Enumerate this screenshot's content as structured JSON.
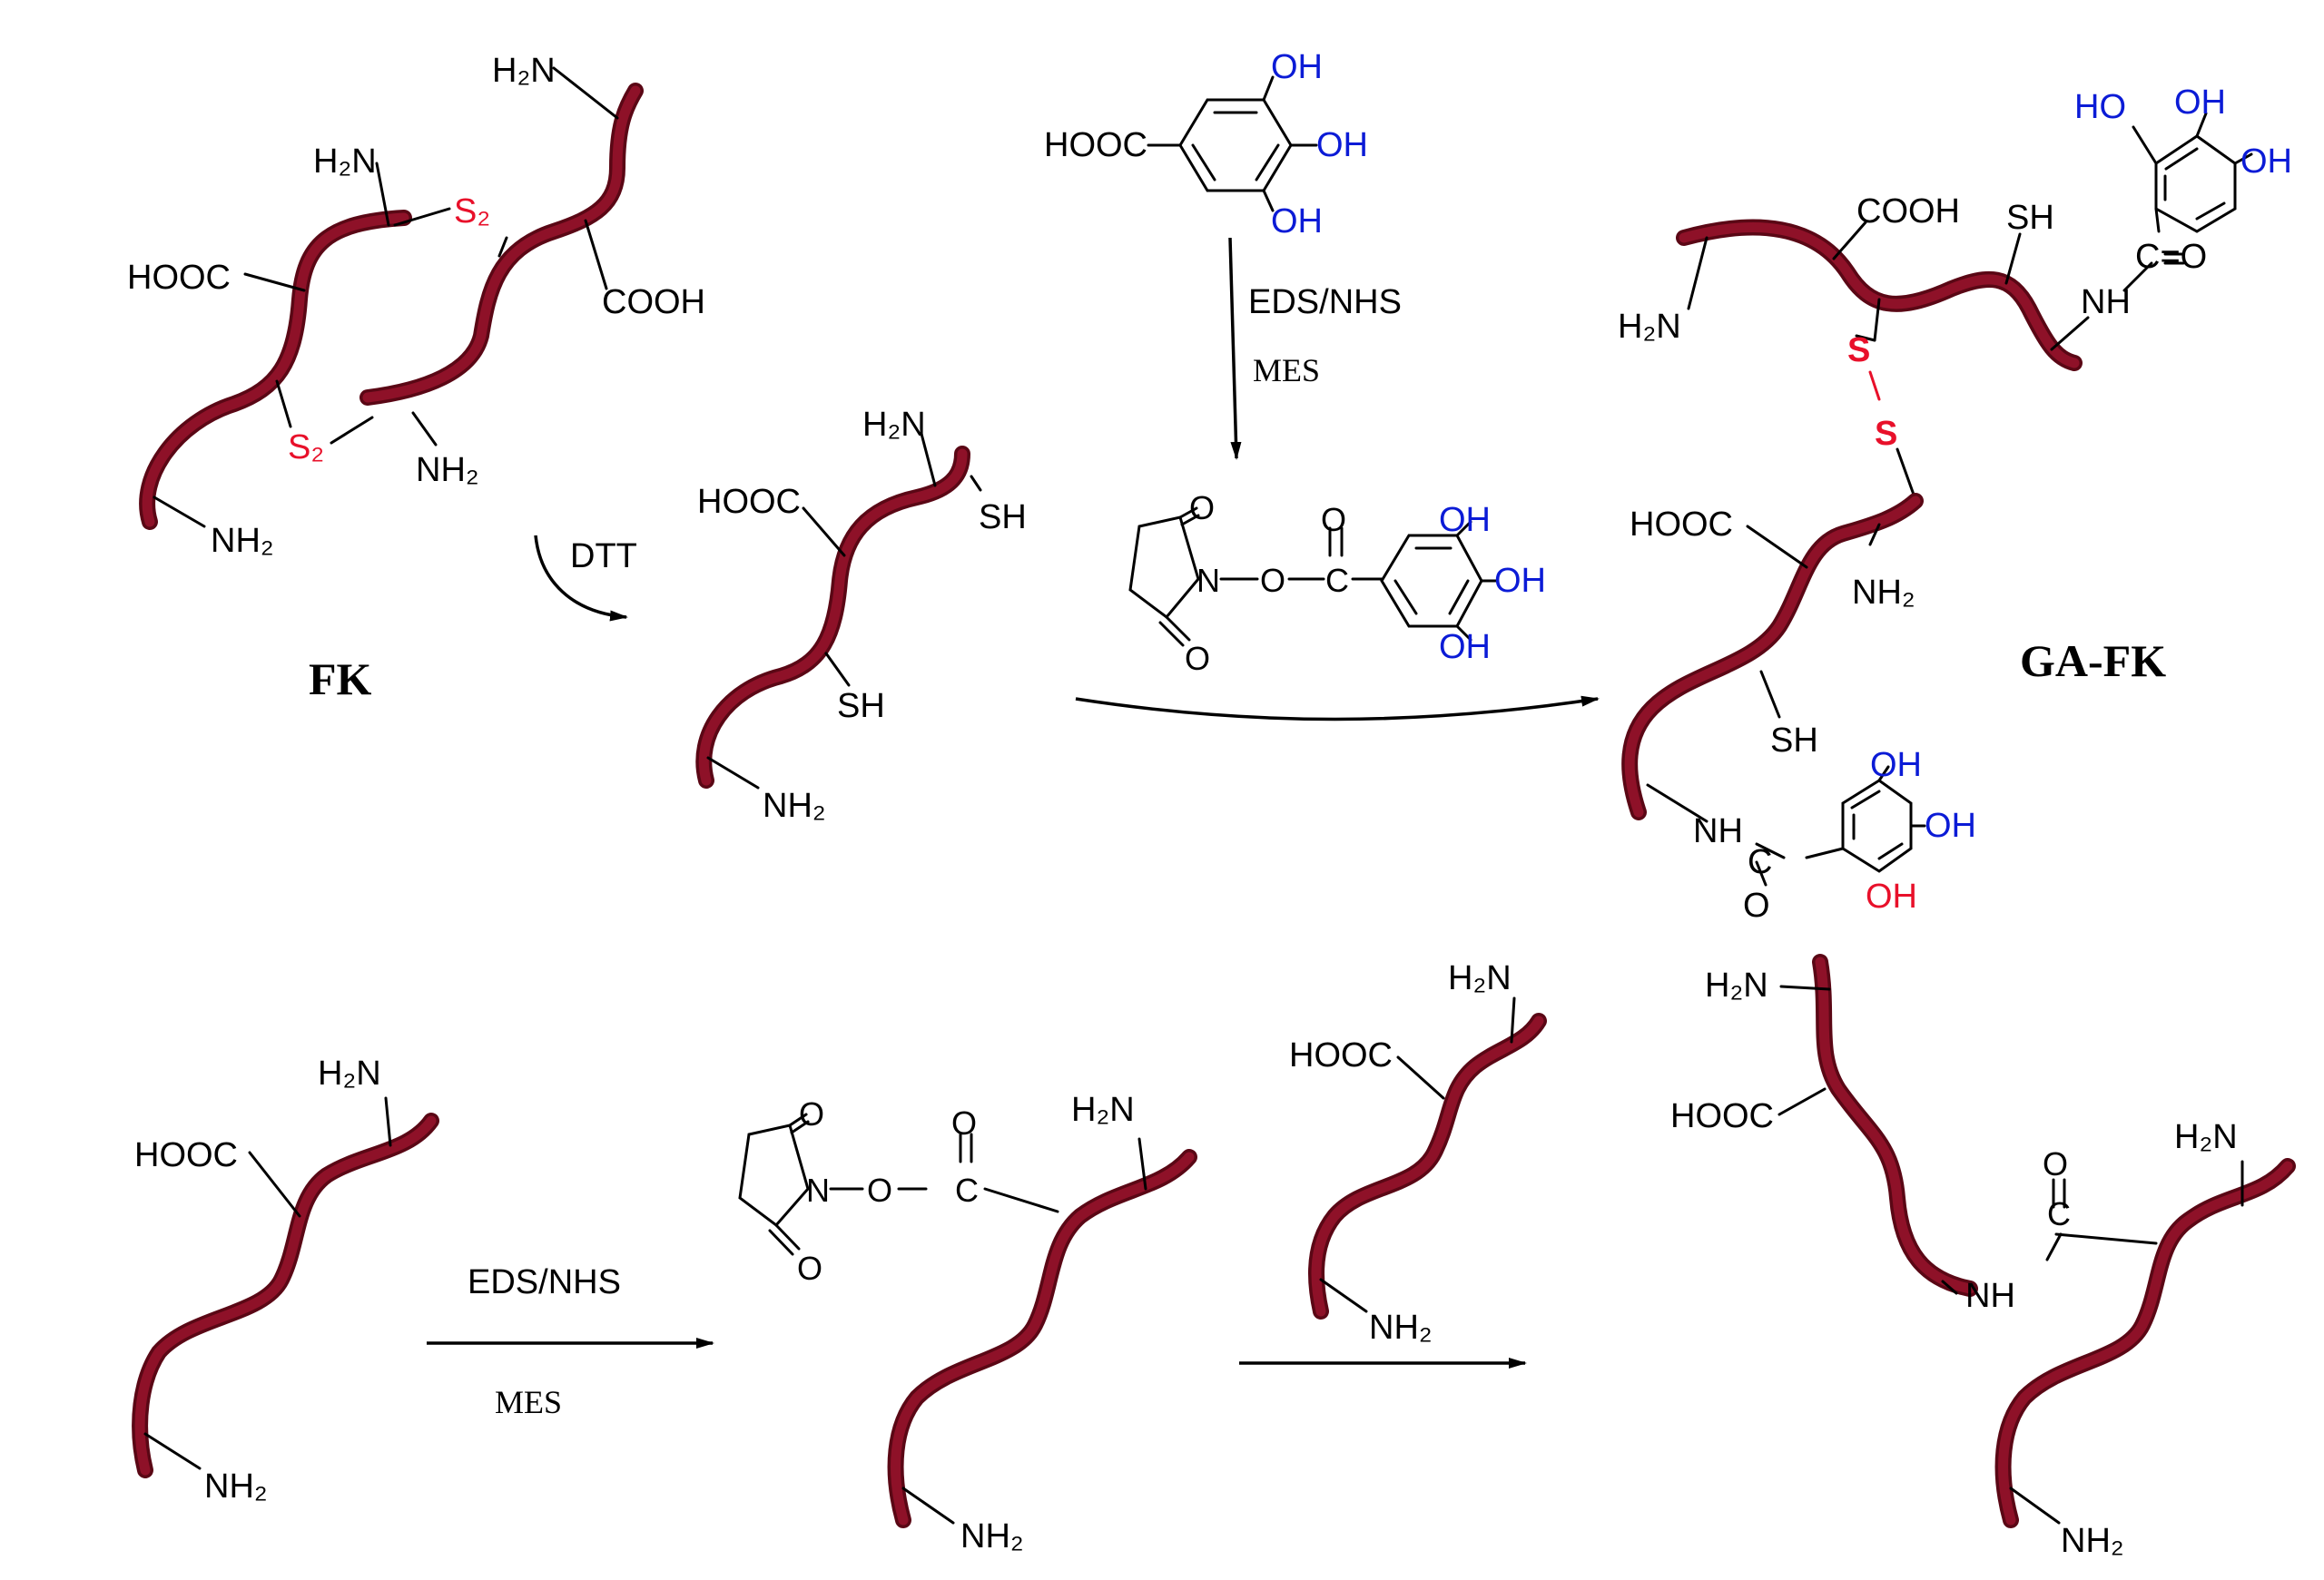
{
  "colors": {
    "ribbon": "#8e1128",
    "ribbon_dark": "#5a0715",
    "disulfide": "#e8102a",
    "hydroxyl": "#0b1bd6",
    "hydroxyl_alt": "#e8102a",
    "text": "#000000"
  },
  "labels": {
    "fk": "FK",
    "ga_fk": "GA-FK",
    "dtt": "DTT",
    "eds_nhs": "EDS/NHS",
    "mes": "MES",
    "h2n": "H₂N",
    "nh2": "NH₂",
    "cooh": "COOH",
    "hooc": "HOOC",
    "sh": "SH",
    "s2": "S₂",
    "s": "S",
    "oh": "OH",
    "ho": "HO",
    "o": "O",
    "n": "N",
    "nh": "NH",
    "c": "C",
    "c_eq_o": "C=O",
    "o_dash_c": "O–C"
  }
}
